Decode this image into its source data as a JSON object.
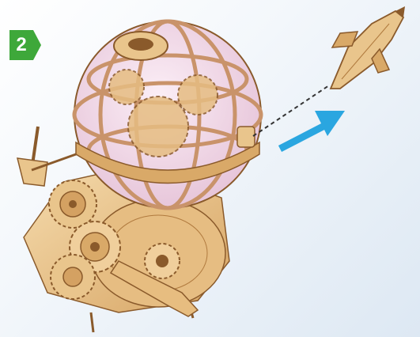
{
  "step": {
    "number": "2",
    "badge_color": "#3ea83a"
  },
  "colors": {
    "wood_light": "#f0cf9c",
    "wood_mid": "#d9a968",
    "wood_dark": "#8a5a2b",
    "globe_tint": "#efd2e6",
    "arrow": "#2aa6e0"
  },
  "icons": [
    "assembly-arrow-icon",
    "dashed-guide-line",
    "space-shuttle-part",
    "globe-model"
  ]
}
